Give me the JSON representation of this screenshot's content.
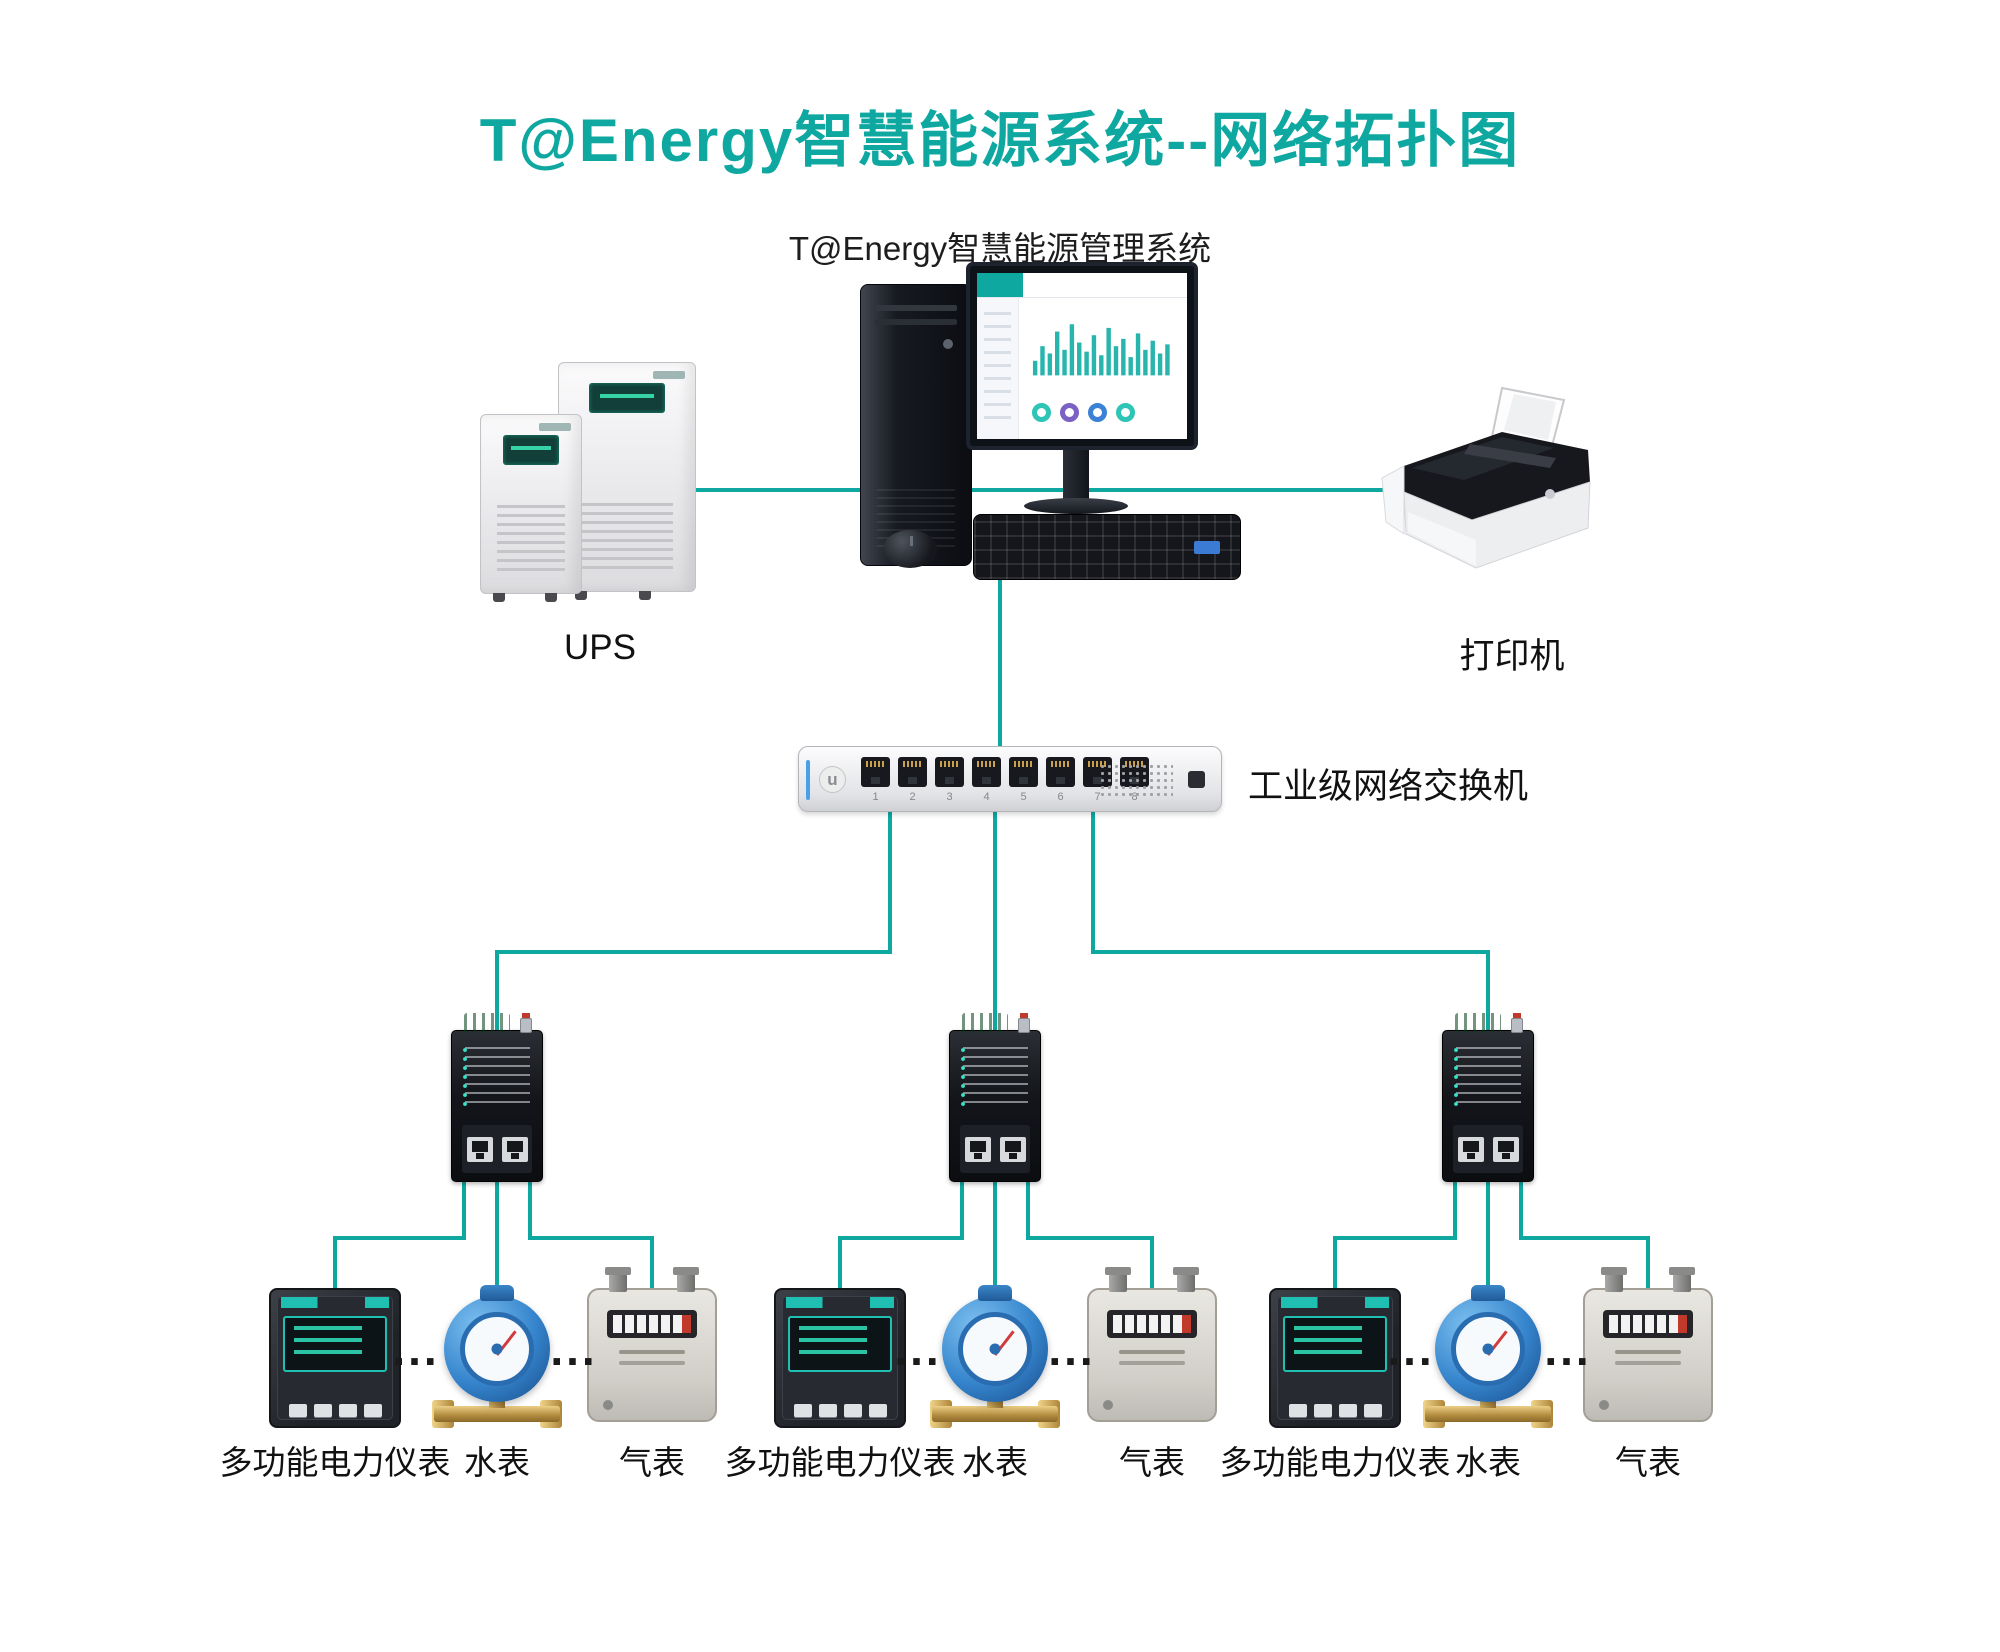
{
  "title": "T@Energy智慧能源系统--网络拓扑图",
  "colors": {
    "accent": "#0FA8A1"
  },
  "server": {
    "label": "T@Energy智慧能源管理系统"
  },
  "ups": {
    "label": "UPS"
  },
  "printer": {
    "label": "打印机"
  },
  "switch": {
    "label": "工业级网络交换机",
    "ports": [
      "1",
      "2",
      "3",
      "4",
      "5",
      "6",
      "7",
      "8"
    ]
  },
  "ellipsis": "...",
  "groups": [
    {
      "power_label": "多功能电力仪表",
      "water_label": "水表",
      "gas_label": "气表"
    },
    {
      "power_label": "多功能电力仪表",
      "water_label": "水表",
      "gas_label": "气表"
    },
    {
      "power_label": "多功能电力仪表",
      "water_label": "水表",
      "gas_label": "气表"
    }
  ]
}
